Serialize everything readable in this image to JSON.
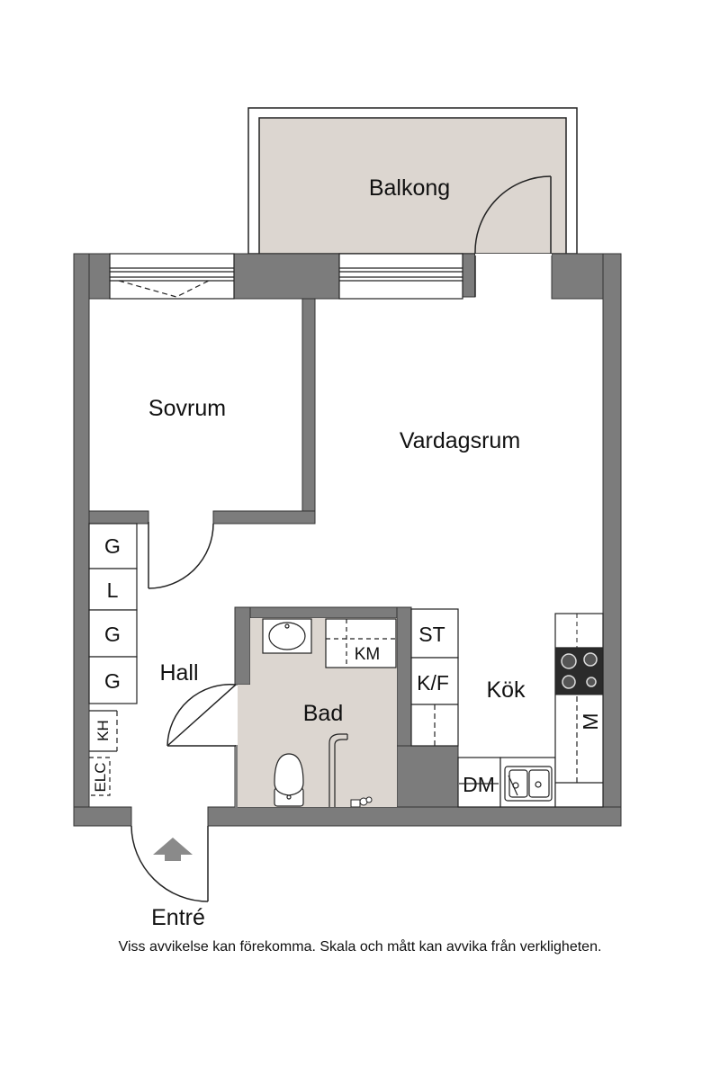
{
  "rooms": {
    "balcony": "Balkong",
    "bedroom": "Sovrum",
    "living": "Vardagsrum",
    "hall": "Hall",
    "bath": "Bad",
    "kitchen": "Kök",
    "entrance": "Entré"
  },
  "fixtures": {
    "wardrobe_1": "G",
    "wardrobe_2": "L",
    "wardrobe_3": "G",
    "wardrobe_4": "G",
    "coat_hooks": "KH",
    "electrical_cabinet": "ELC",
    "washing_machine": "KM",
    "storage": "ST",
    "fridge_freezer": "K/F",
    "microwave": "M",
    "dishwasher": "DM"
  },
  "disclaimer": "Viss avvikelse kan förekomma. Skala och mått kan avvika från verkligheten.",
  "colors": {
    "wall": "#7c7c7c",
    "balcony_fill": "#dcd6d0",
    "bath_fill": "#dcd6d0",
    "line": "#222222"
  }
}
